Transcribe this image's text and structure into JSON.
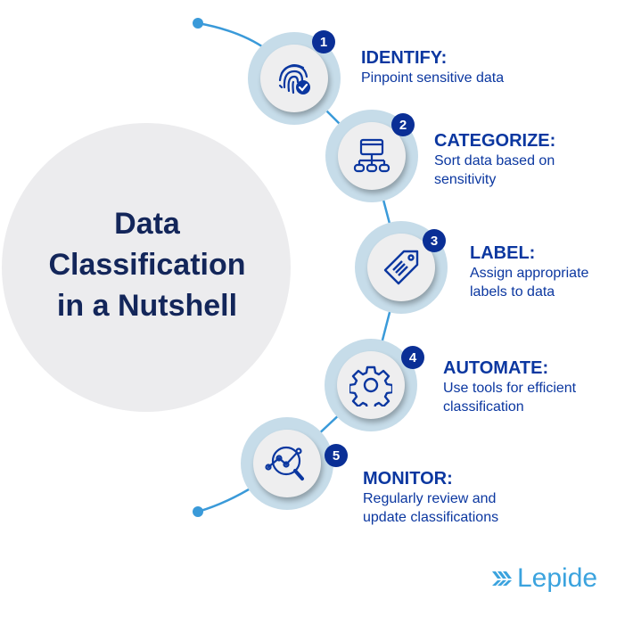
{
  "title": "Data Classification in a Nutshell",
  "title_lines": [
    "Data",
    "Classification",
    "in a Nutshell"
  ],
  "steps": [
    {
      "number": "1",
      "heading": "IDENTIFY:",
      "description": "Pinpoint sensitive data",
      "icon": "fingerprint-check-icon"
    },
    {
      "number": "2",
      "heading": "CATEGORIZE:",
      "description": "Sort data based on sensitivity",
      "icon": "hierarchy-icon"
    },
    {
      "number": "3",
      "heading": "LABEL:",
      "description": "Assign appropriate labels to data",
      "icon": "tag-icon"
    },
    {
      "number": "4",
      "heading": "AUTOMATE:",
      "description": "Use tools for efficient classification",
      "icon": "gear-icon"
    },
    {
      "number": "5",
      "heading": "MONITOR:",
      "description": "Regularly review and update classifications",
      "icon": "analytics-magnifier-icon"
    }
  ],
  "brand": "Lepide",
  "colors": {
    "heading": "#0b37a0",
    "title": "#13265a",
    "ring": "#c6dce9",
    "line": "#3a9ad9",
    "badge": "#0a2f96"
  }
}
